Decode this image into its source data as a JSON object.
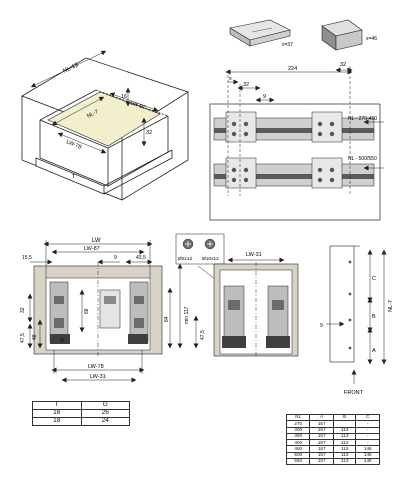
{
  "top_left": {
    "nl": "NL-13",
    "lw_97": "LW-97",
    "lw_78": "LW-78",
    "nl_7": "NL-7",
    "h16": "16",
    "h32": "32",
    "t_label": "T"
  },
  "top_parts": {
    "qty_left": "x=37",
    "qty_right": "x=46"
  },
  "top_right": {
    "x_label": "x",
    "d32a": "32",
    "d224": "224",
    "d32b": "32",
    "d9": "9",
    "range1": "NL - 270-450",
    "range2": "NL - 500/550"
  },
  "front_view": {
    "lw": "LW",
    "lw_87": "LW-87",
    "d15_5": "15,5",
    "d9": "9",
    "d43_5": "43,5",
    "d32": "32",
    "d68": "68",
    "d47_5": "47,5",
    "d48": "48",
    "d84": "84",
    "min117": "min 117",
    "d47_5b": "47,5",
    "g": "G",
    "lw_78": "LW-78",
    "lw_31": "LW-31"
  },
  "screws": {
    "s1": "Ø2x12",
    "s2": "Ø10x12"
  },
  "middle_view": {
    "lw_31": "LW-31"
  },
  "side_view": {
    "a": "A",
    "b": "B",
    "c": "C",
    "nl_7": "NL-7",
    "d9": "9",
    "front": "FRONT"
  },
  "tg_table": {
    "headers": [
      "T",
      "G"
    ],
    "rows": [
      [
        "16",
        "26"
      ],
      [
        "18",
        "24"
      ]
    ]
  },
  "nl_table": {
    "headers": [
      "NL",
      "A",
      "B",
      "C"
    ],
    "rows": [
      [
        "270",
        "157",
        "",
        "-"
      ],
      [
        "300",
        "157",
        "113",
        "-"
      ],
      [
        "350",
        "157",
        "113",
        "-"
      ],
      [
        "400",
        "157",
        "113",
        "-"
      ],
      [
        "450",
        "157",
        "113",
        "146"
      ],
      [
        "500",
        "157",
        "113",
        "146"
      ],
      [
        "550",
        "157",
        "113",
        "146"
      ]
    ]
  },
  "colors": {
    "line": "#222222",
    "panel": "#d9d3c6",
    "rail": "#9a9a9a",
    "rail_dark": "#4a4a4a",
    "drawer_fill": "#f2efcf"
  }
}
